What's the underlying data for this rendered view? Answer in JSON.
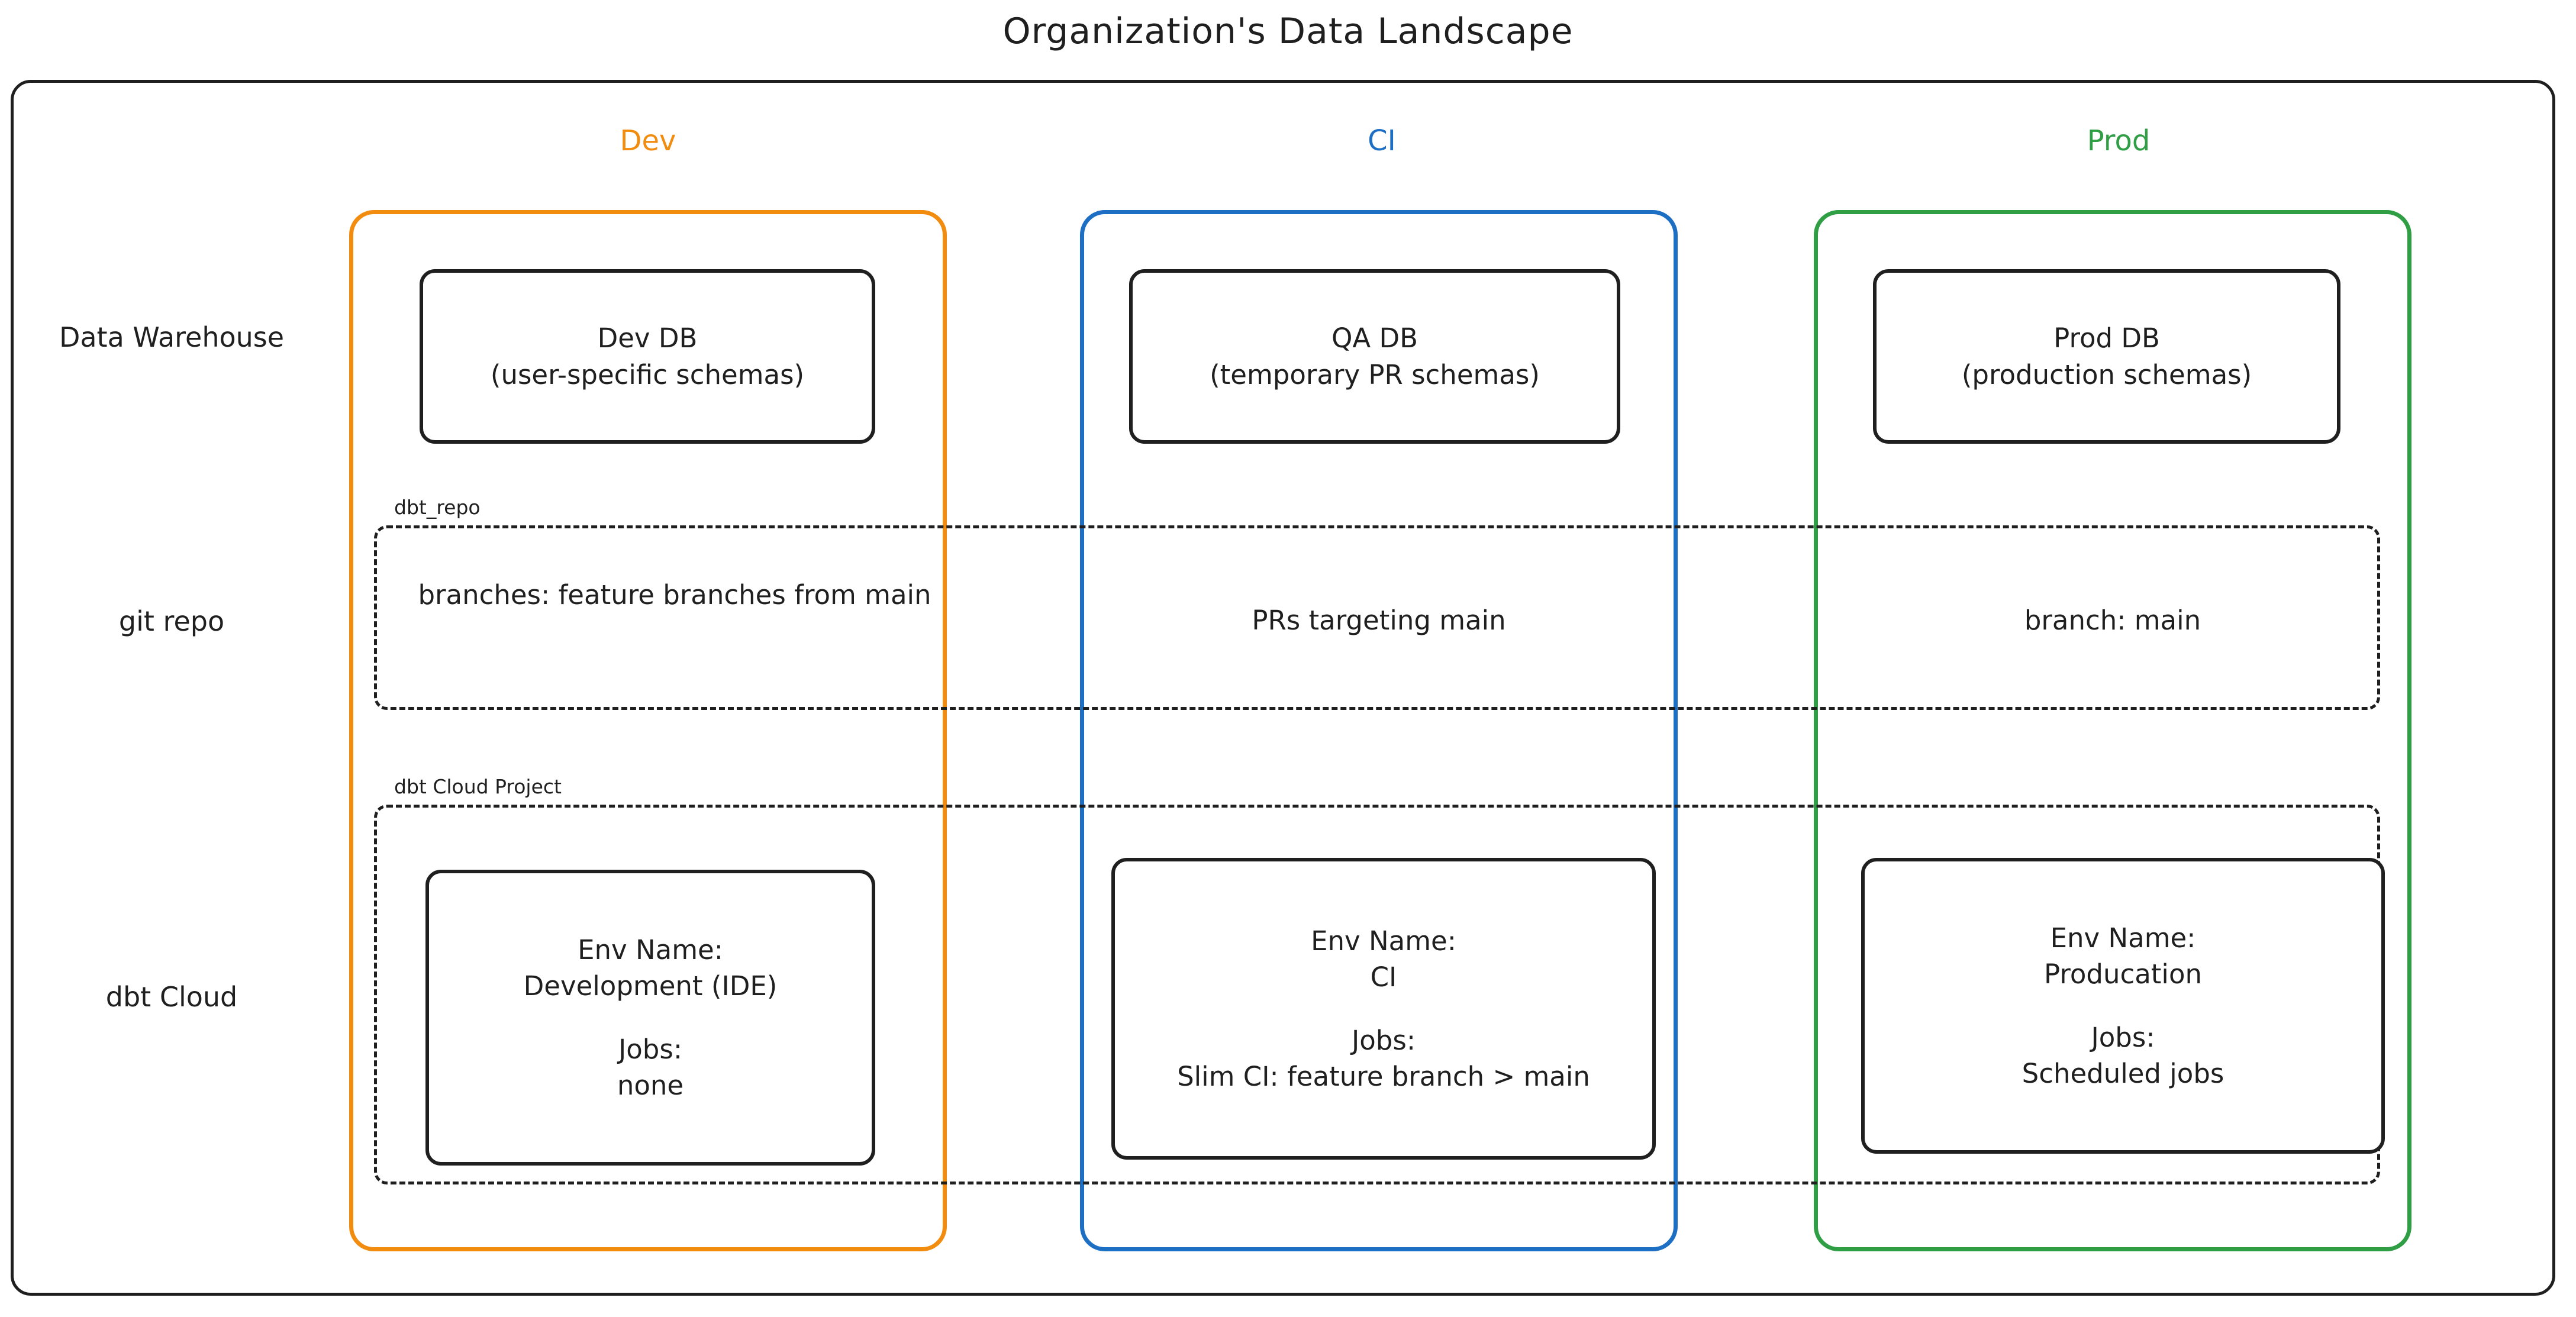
{
  "title": "Organization's Data Landscape",
  "colors": {
    "dev": "#f28c0f",
    "ci": "#1d6fc4",
    "prod": "#2f9e44",
    "stroke": "#1f1f1f",
    "background": "#ffffff"
  },
  "columns": [
    {
      "key": "dev",
      "label": "Dev",
      "color": "#f28c0f"
    },
    {
      "key": "ci",
      "label": "CI",
      "color": "#1d6fc4"
    },
    {
      "key": "prod",
      "label": "Prod",
      "color": "#2f9e44"
    }
  ],
  "rows": [
    {
      "key": "warehouse",
      "label_line1": "Data",
      "label_line2": "Warehouse"
    },
    {
      "key": "git_repo",
      "label_line1": "git repo",
      "label_line2": ""
    },
    {
      "key": "dbt_cloud",
      "label_line1": "dbt Cloud",
      "label_line2": ""
    }
  ],
  "lanes": [
    {
      "key": "git_repo",
      "label": "dbt_repo"
    },
    {
      "key": "dbt_cloud",
      "label": "dbt Cloud Project"
    }
  ],
  "warehouse": {
    "dev": {
      "title": "Dev DB",
      "subtitle": "(user-specific schemas)"
    },
    "ci": {
      "title": "QA DB",
      "subtitle": "(temporary PR schemas)"
    },
    "prod": {
      "title": "Prod DB",
      "subtitle": "(production schemas)"
    }
  },
  "git_repo": {
    "dev": {
      "line1": "branches:",
      "line2": "feature branches from main"
    },
    "ci": {
      "line1": "PRs targeting main",
      "line2": ""
    },
    "prod": {
      "line1": "branch: main",
      "line2": ""
    }
  },
  "dbt_cloud": {
    "dev": {
      "env_label": "Env Name:",
      "env_value": "Development (IDE)",
      "jobs_label": "Jobs:",
      "jobs_value": "none"
    },
    "ci": {
      "env_label": "Env Name:",
      "env_value": "CI",
      "jobs_label": "Jobs:",
      "jobs_value": "Slim CI: feature branch > main"
    },
    "prod": {
      "env_label": "Env Name:",
      "env_value": "Producation",
      "jobs_label": "Jobs:",
      "jobs_value": "Scheduled jobs"
    }
  }
}
